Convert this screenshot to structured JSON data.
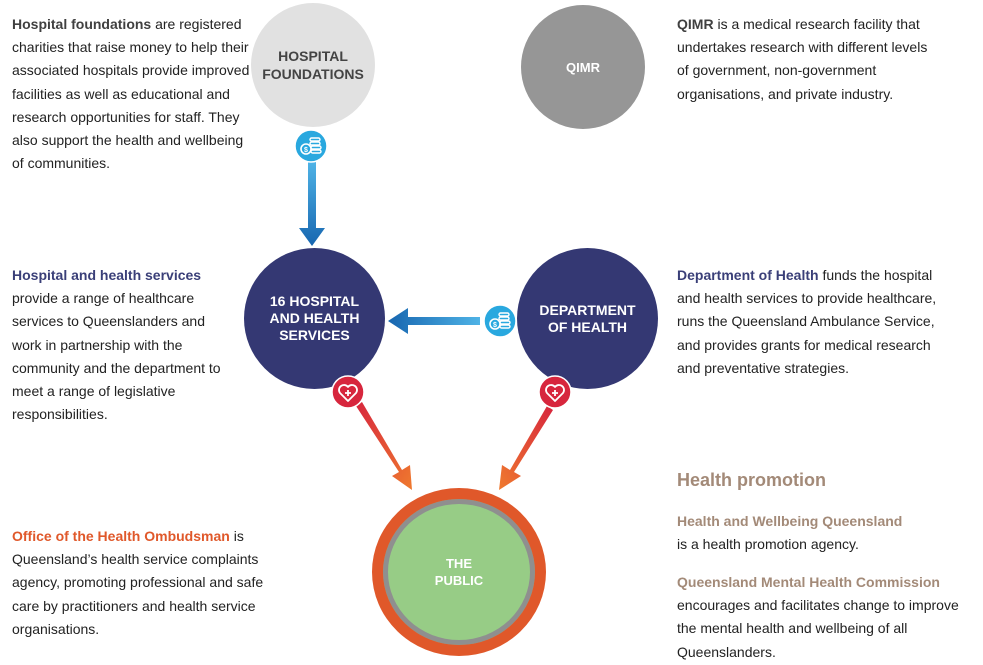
{
  "colors": {
    "navy": "#343873",
    "light_gray_circle": "#e1e1e1",
    "dark_gray_circle": "#969696",
    "public_fill": "#97cc86",
    "public_ring": "#e0582a",
    "blue_arrow": "#1d80c2",
    "red_arrow": "#e0582a",
    "heart_badge": "#d7263d",
    "money_badge": "#29a8df"
  },
  "nodes": {
    "hospital_foundations": {
      "line1": "HOSPITAL",
      "line2": "FOUNDATIONS"
    },
    "qimr": {
      "label": "QIMR"
    },
    "hhs": {
      "line1": "16 HOSPITAL",
      "line2": "AND HEALTH",
      "line3": "SERVICES"
    },
    "doh": {
      "line1": "DEPARTMENT",
      "line2": "OF HEALTH"
    },
    "public": {
      "line1": "THE",
      "line2": "PUBLIC"
    }
  },
  "icons": {
    "money": "money-coins-icon",
    "heart": "heart-plus-icon"
  },
  "descriptions": {
    "hospital_foundations": {
      "title": "Hospital foundations",
      "body": " are registered charities that raise money to help their associated hospitals provide improved facilities as well as educational and research opportunities for staff. They also support the health and wellbeing of communities."
    },
    "qimr": {
      "title": "QIMR",
      "body": " is a medical research facility that undertakes research with different levels of government, non-government organisations, and private industry."
    },
    "hhs": {
      "title": "Hospital and health services",
      "body": "provide a range of healthcare services to Queenslanders and work in partnership with the community and the department to meet a range of legislative responsibilities."
    },
    "doh": {
      "title": "Department of Health",
      "body": " funds the hospital and health services to provide healthcare, runs the Queensland Ambulance Service, and provides grants for medical research and preventative strategies."
    },
    "ombudsman": {
      "title": "Office of the Health Ombudsman",
      "body": " is Queensland’s health service complaints agency, promoting professional and safe care by practitioners and health service organisations."
    }
  },
  "health_promotion": {
    "heading": "Health promotion",
    "hwq_title": "Health and Wellbeing Queensland",
    "hwq_body": "is a health promotion agency.",
    "qmhc_title": "Queensland Mental Health Commission",
    "qmhc_body": "encourages and facilitates change to improve the mental health and wellbeing of all Queenslanders."
  }
}
